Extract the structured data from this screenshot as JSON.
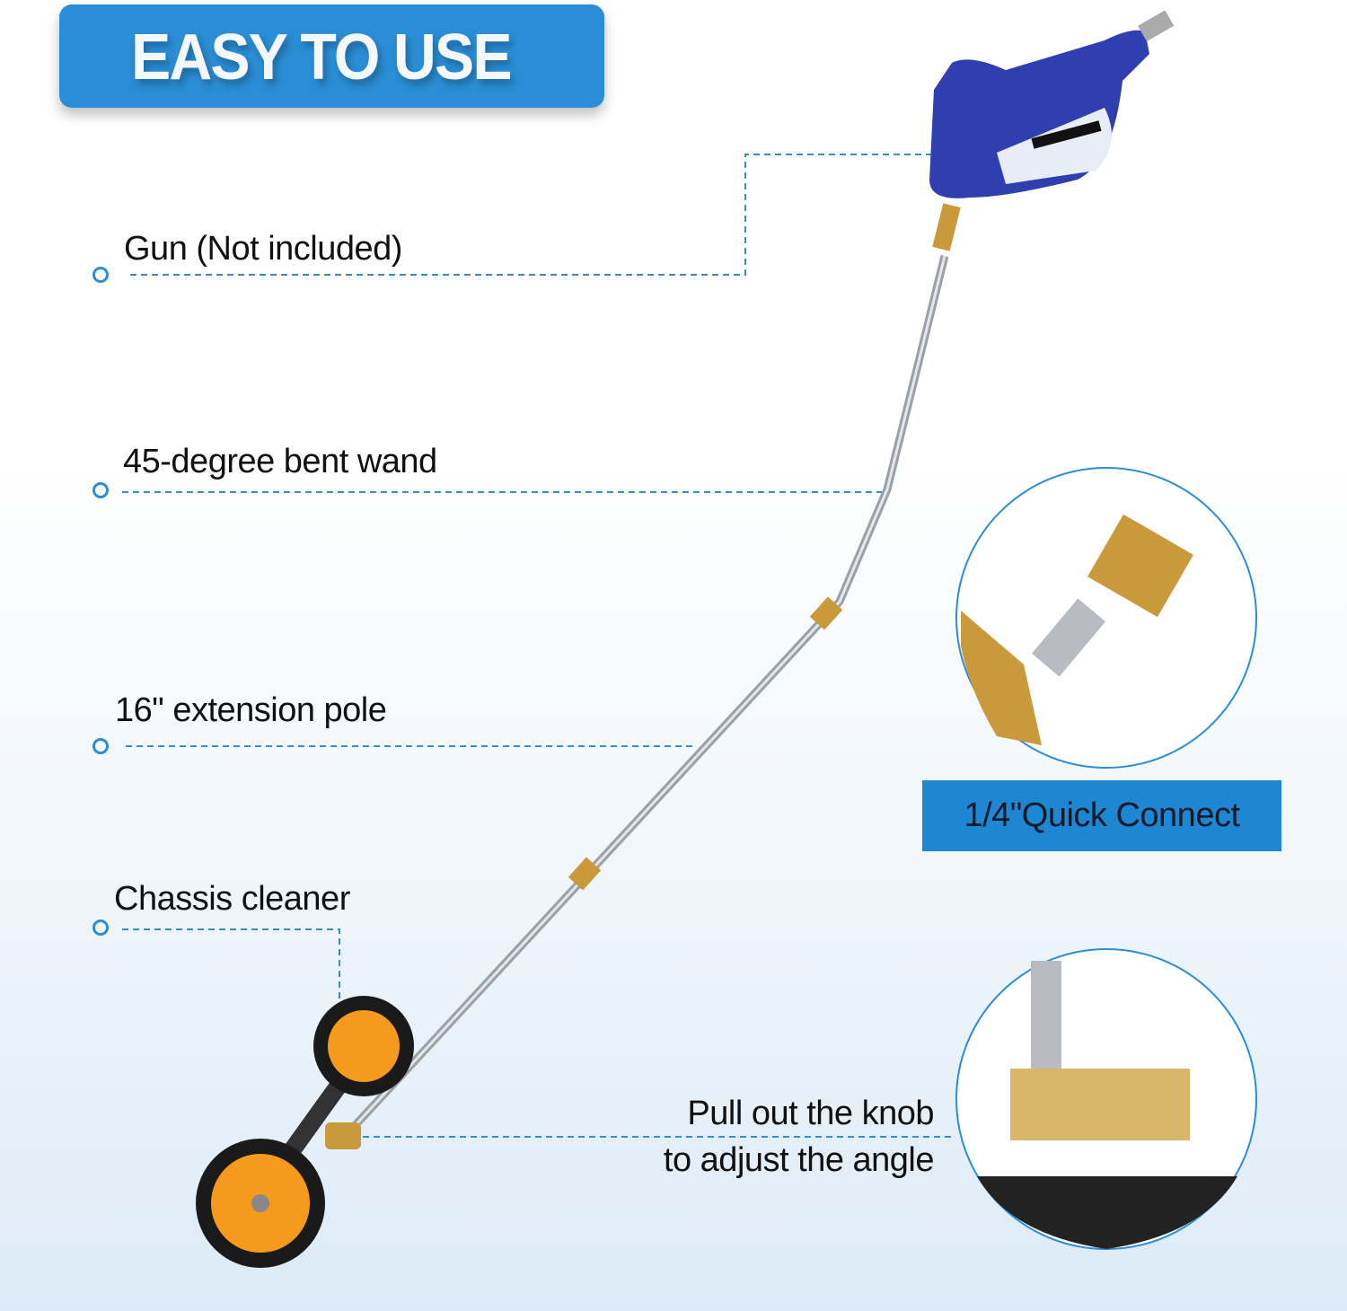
{
  "header": {
    "title": "EASY TO USE"
  },
  "callouts": [
    {
      "label": "Gun (Not included)"
    },
    {
      "label": "45-degree bent wand"
    },
    {
      "label": "16\" extension pole"
    },
    {
      "label": "Chassis cleaner"
    }
  ],
  "quick_connect": {
    "label": "1/4\"Quick Connect"
  },
  "knob": {
    "line1": "Pull out the knob",
    "line2": "to adjust the angle"
  },
  "colors": {
    "accent": "#2a8dd5",
    "gun": "#2f3fb0",
    "brass": "#c99a3c",
    "wheel": "#f59a1c"
  }
}
